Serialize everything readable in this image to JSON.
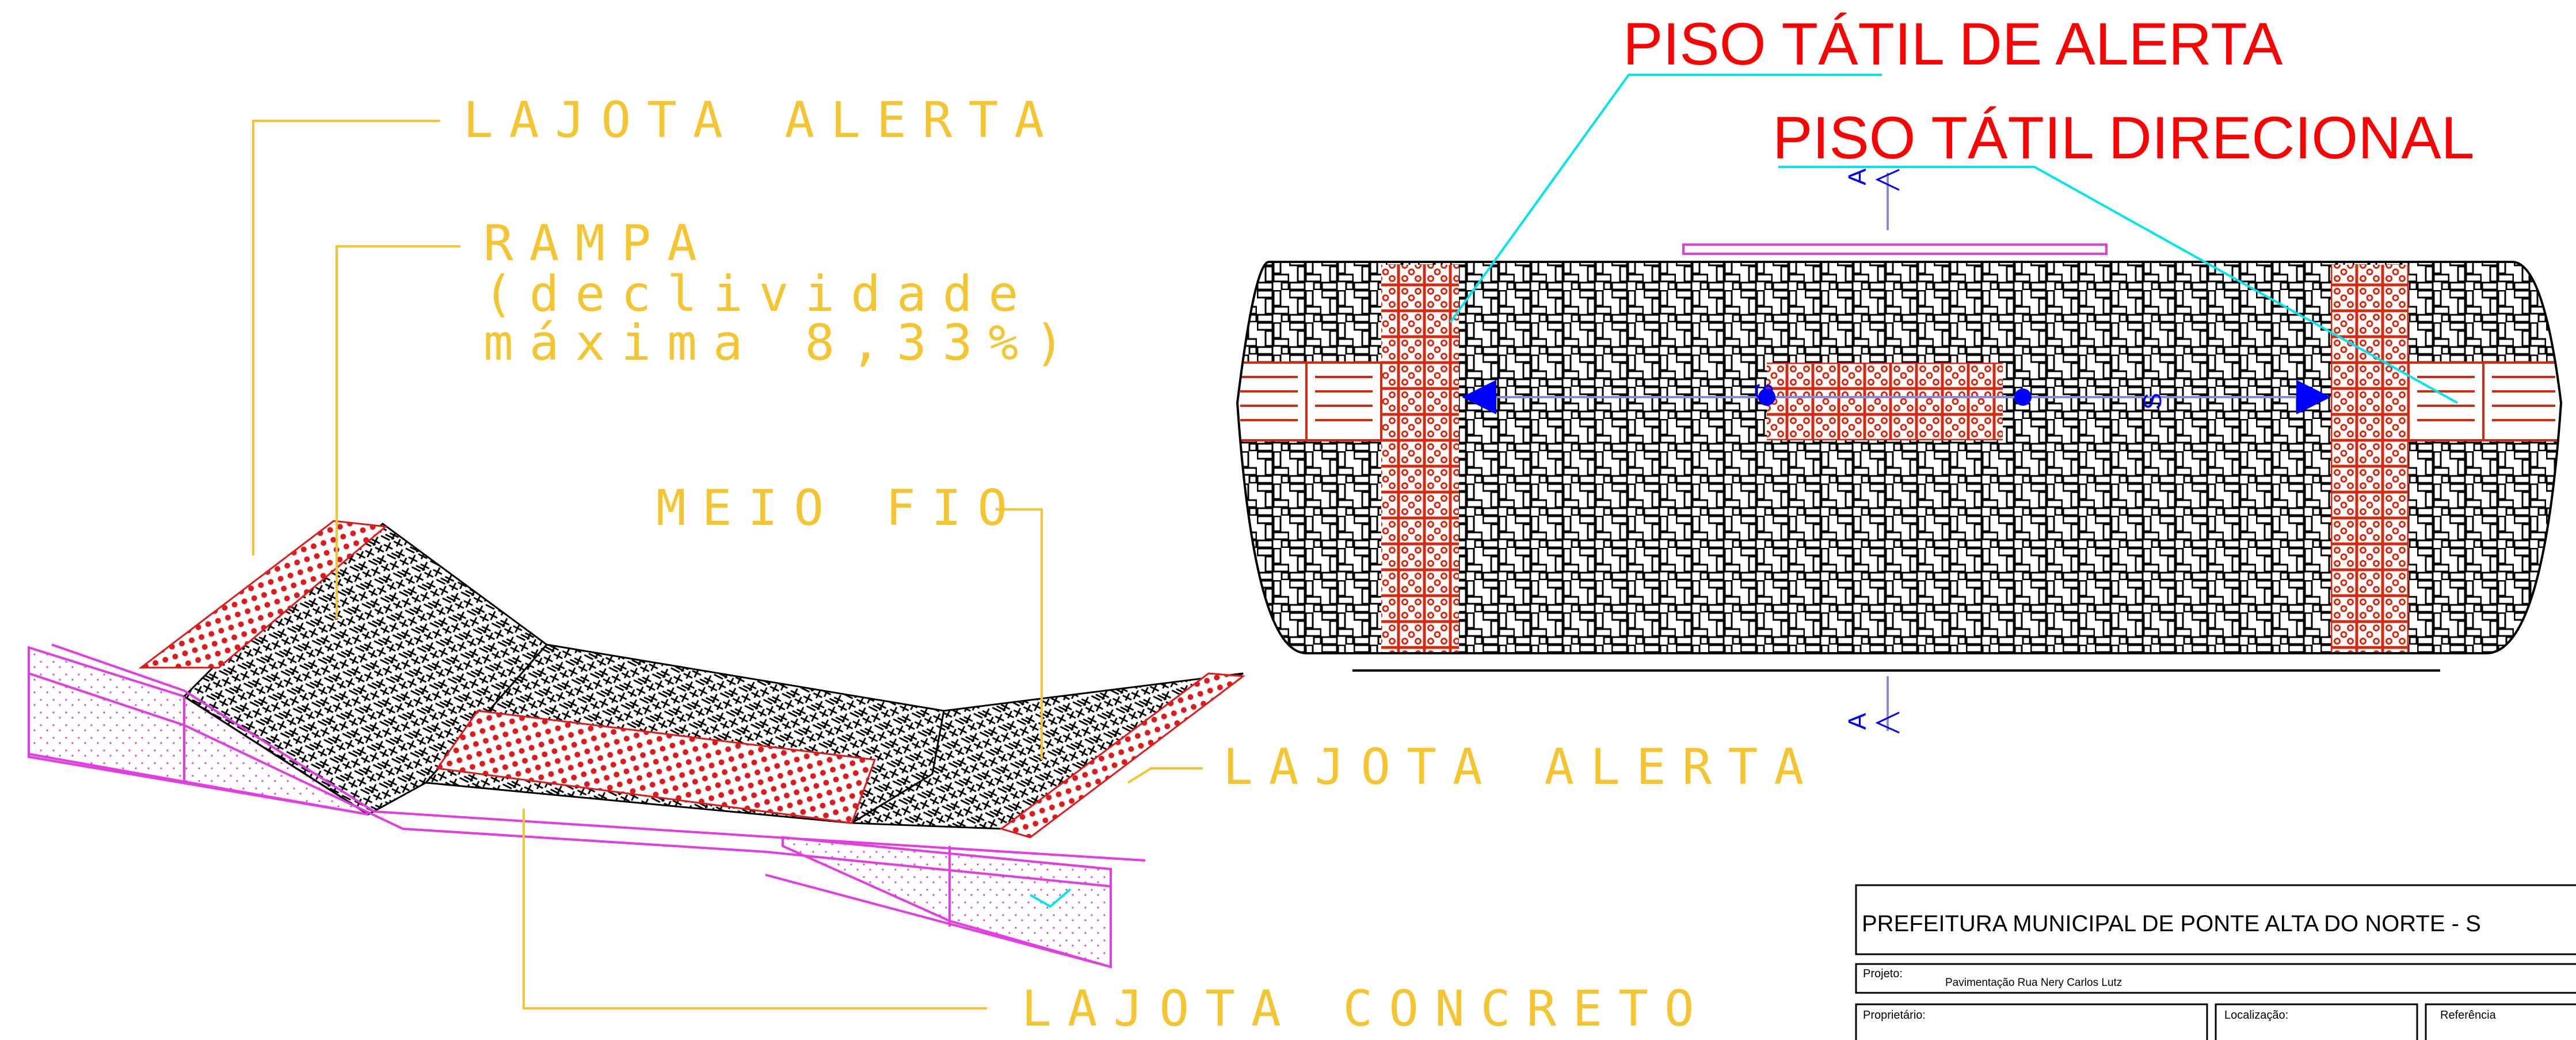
{
  "labels": {
    "lajota_alerta_top": "LAJOTA ALERTA",
    "rampa_line1": "RAMPA",
    "rampa_line2": "(declividade",
    "rampa_line3": "máxima 8,33%)",
    "meio_fio": "MEIO FIO",
    "lajota_alerta_right": "LAJOTA ALERTA",
    "lajota_concreto": "LAJOTA CONCRETO",
    "piso_tatil_alerta": "PISO TÁTIL DE ALERTA",
    "piso_tatil_direcional": "PISO TÁTIL DIRECIONAL"
  },
  "plan_marks": {
    "section_a": "A",
    "slope_s": "S"
  },
  "title_block": {
    "header": "PREFEITURA MUNICIPAL DE PONTE ALTA DO NORTE - S",
    "projeto_label": "Projeto:",
    "projeto_value": "Pavimentação Rua Nery Carlos Lutz",
    "proprietario_label": "Proprietário:",
    "localizacao_label": "Localização:",
    "referencia_label": "Referência"
  },
  "colors": {
    "yellow_label": "#f4c531",
    "red_label": "#ff0000",
    "leader_cyan": "#00e5f0",
    "tactile_red": "#d62a10",
    "magenta_line": "#e33ce3",
    "arrow_blue": "#0000ff"
  }
}
